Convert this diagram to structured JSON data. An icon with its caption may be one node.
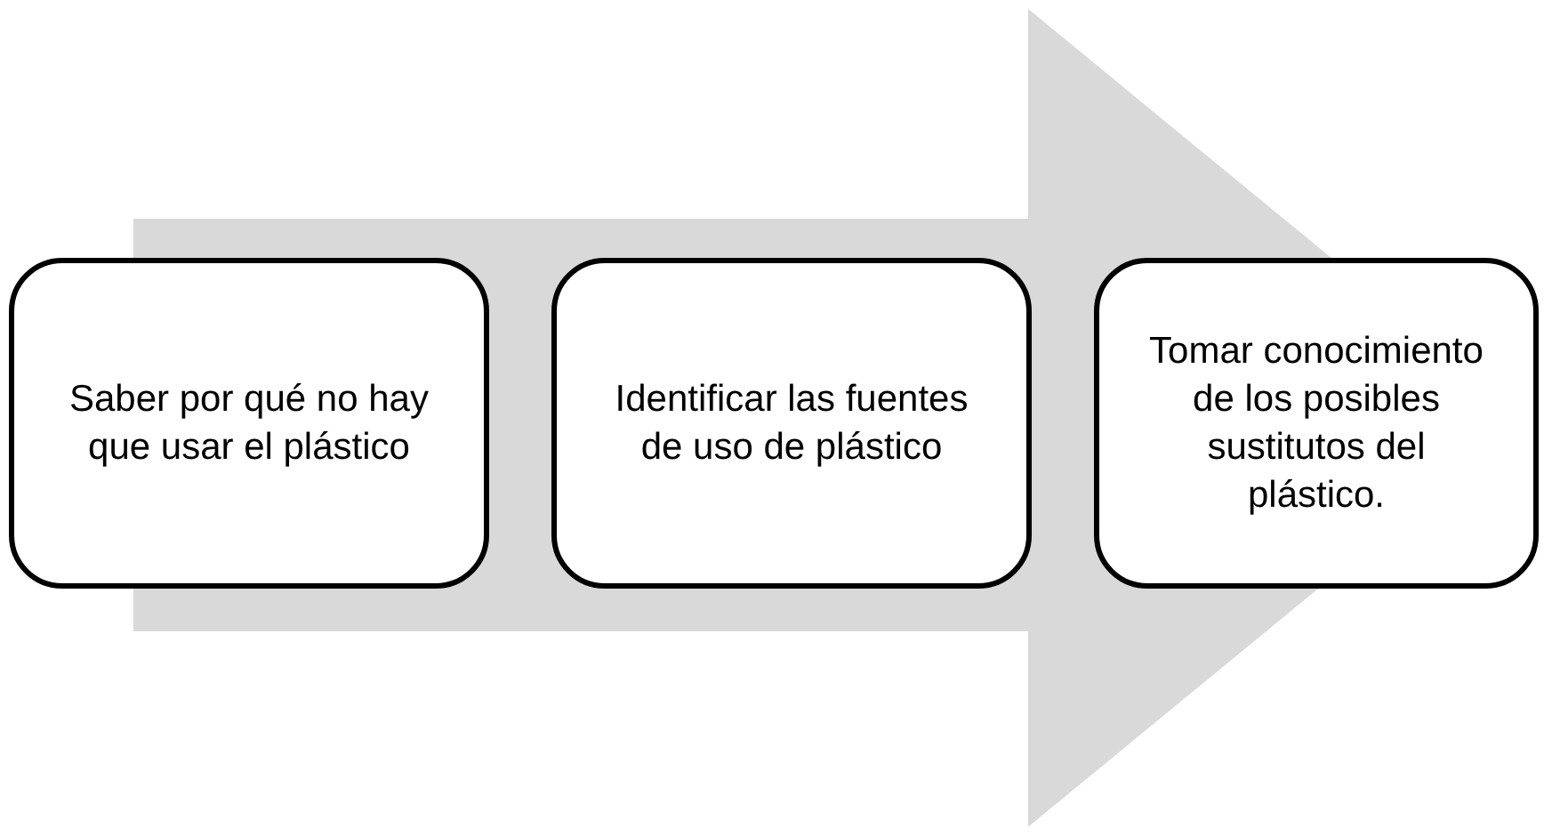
{
  "diagram": {
    "nodes": [
      {
        "text": [
          "Saber por qué no hay que usar el plástico"
        ]
      },
      {
        "text": [
          "Identificar las fuentes de uso de plástico"
        ]
      },
      {
        "text": [
          "Tomar conocimiento de los posibles sustitutos del plástico."
        ]
      }
    ],
    "edges": [
      {
        "from": 0,
        "to": 2,
        "arrow": "to"
      }
    ]
  }
}
